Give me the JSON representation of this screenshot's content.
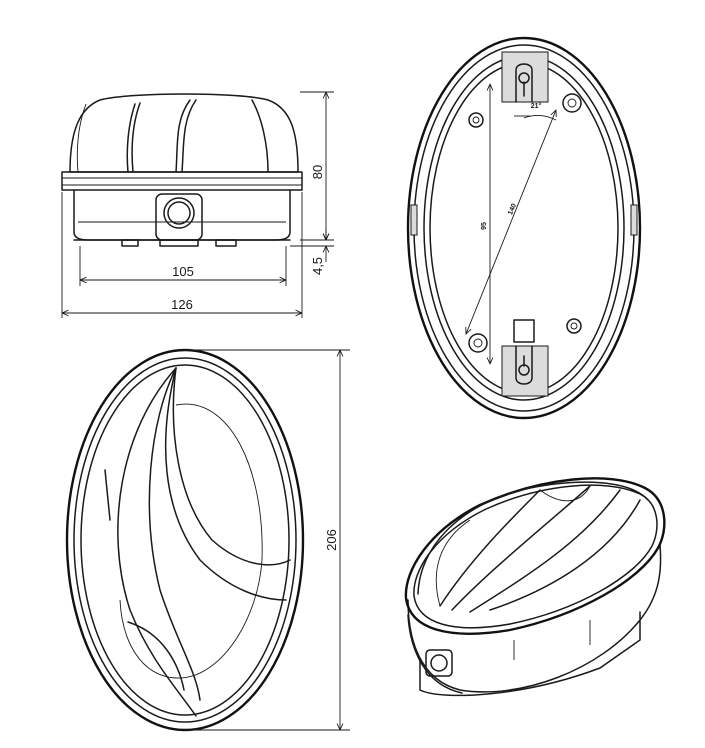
{
  "dimensions": {
    "height": "80",
    "base_offset": "4,5",
    "inner_width": "105",
    "outer_width": "126",
    "length": "206",
    "angle": "21°",
    "hole_spacing": "95",
    "diagonal_spacing": "140"
  }
}
